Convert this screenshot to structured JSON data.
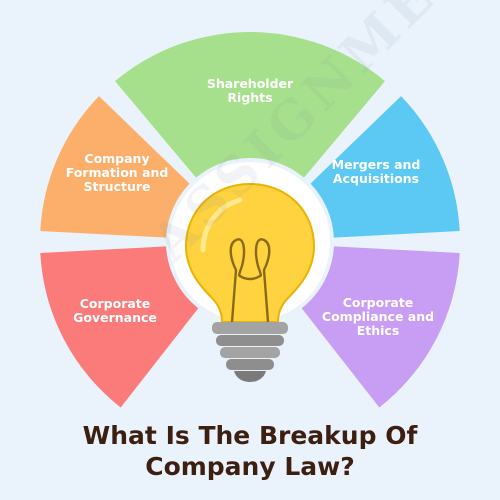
{
  "diagram": {
    "segments": [
      {
        "label": "Shareholder Rights",
        "color": "#a7e08c"
      },
      {
        "label": "Mergers and Acquisitions",
        "color": "#5cc9f5"
      },
      {
        "label": "Corporate Compliance and Ethics",
        "color": "#c89ef5"
      },
      {
        "label": "Corporate Governance",
        "color": "#fb7a7a"
      },
      {
        "label": "Company Formation and Structure",
        "color": "#fbaf6a"
      }
    ],
    "center_icon": "light-bulb-icon",
    "bulb_color": "#ffd23f",
    "base_color": "#a3a3a3"
  },
  "title": {
    "line1": "What Is The Breakup Of",
    "line2": "Company Law?",
    "color": "#3d1f12"
  },
  "watermark": {
    "text": "ASSIGNMENT HELP",
    "kind": "watermark"
  }
}
